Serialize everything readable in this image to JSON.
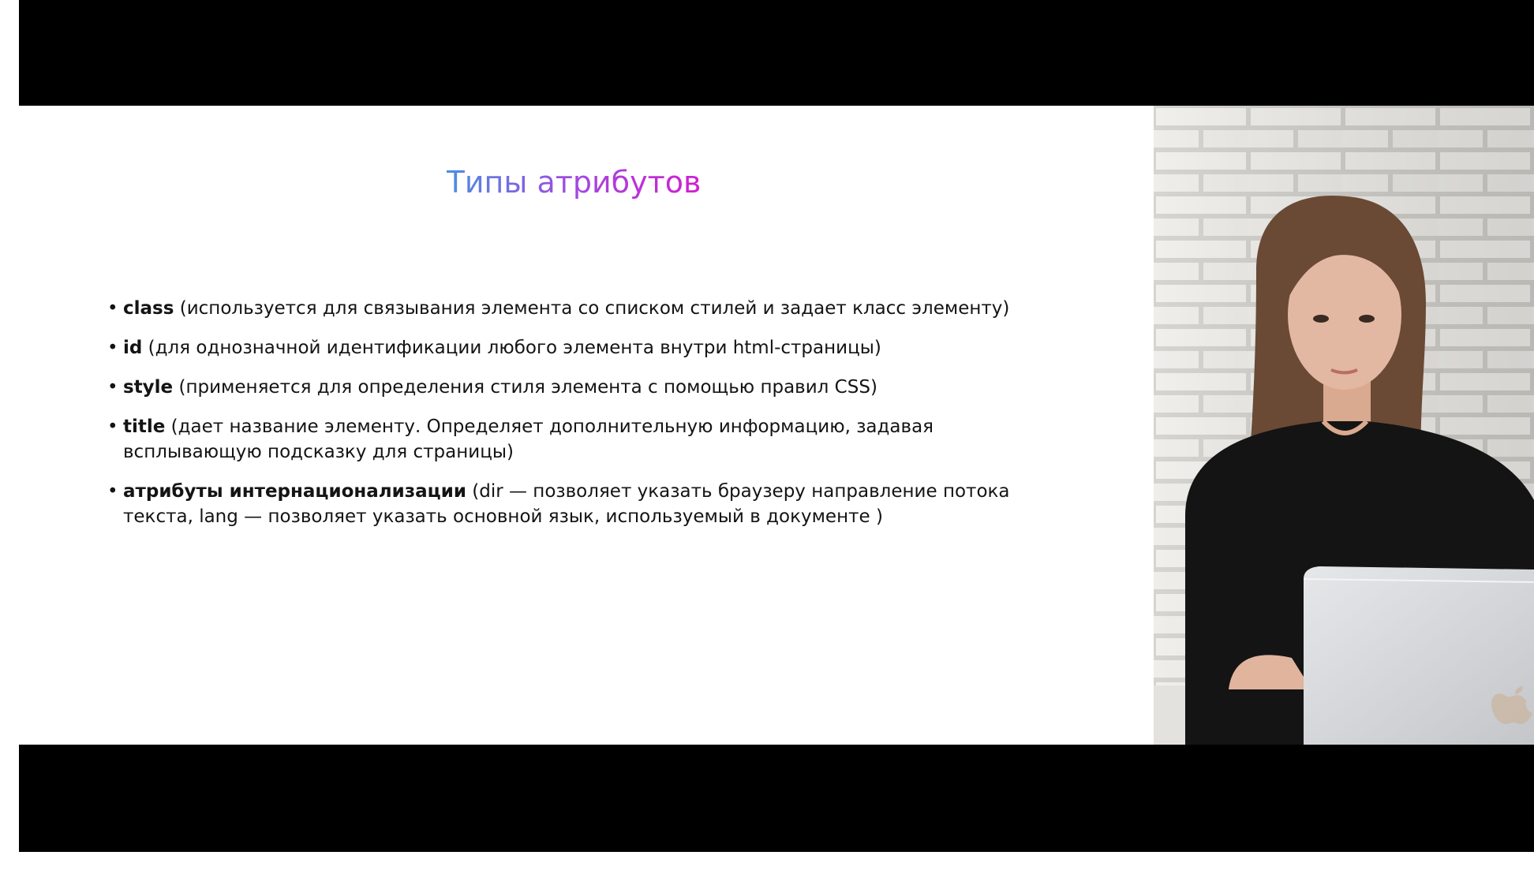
{
  "slide": {
    "title": "Типы атрибутов",
    "bullets": [
      {
        "term": "class",
        "text": " (используется для связывания элемента со списком стилей и задает класс элементу)"
      },
      {
        "term": "id",
        "text": " (для однозначной идентификации любого элемента внутри html-страницы)"
      },
      {
        "term": "style",
        "text": " (применяется для определения стиля элемента с помощью правил CSS)"
      },
      {
        "term": "title",
        "text": " (дает название элементу. Определяет дополнительную информацию, задавая всплывающую подсказку для страницы)"
      },
      {
        "term": "атрибуты интернационализации",
        "text": " (dir — позволяет указать браузеру направление потока текста, lang — позволяет указать основной язык, используемый в документе )"
      }
    ],
    "bullet_glyph": "•"
  },
  "webcam": {
    "subject": "presenter-video",
    "laptop_logo": "apple-logo-icon"
  },
  "colors": {
    "title_gradient_start": "#4a8fe2",
    "title_gradient_end": "#d21ed0",
    "letterbox": "#000000",
    "slide_background": "#ffffff"
  }
}
